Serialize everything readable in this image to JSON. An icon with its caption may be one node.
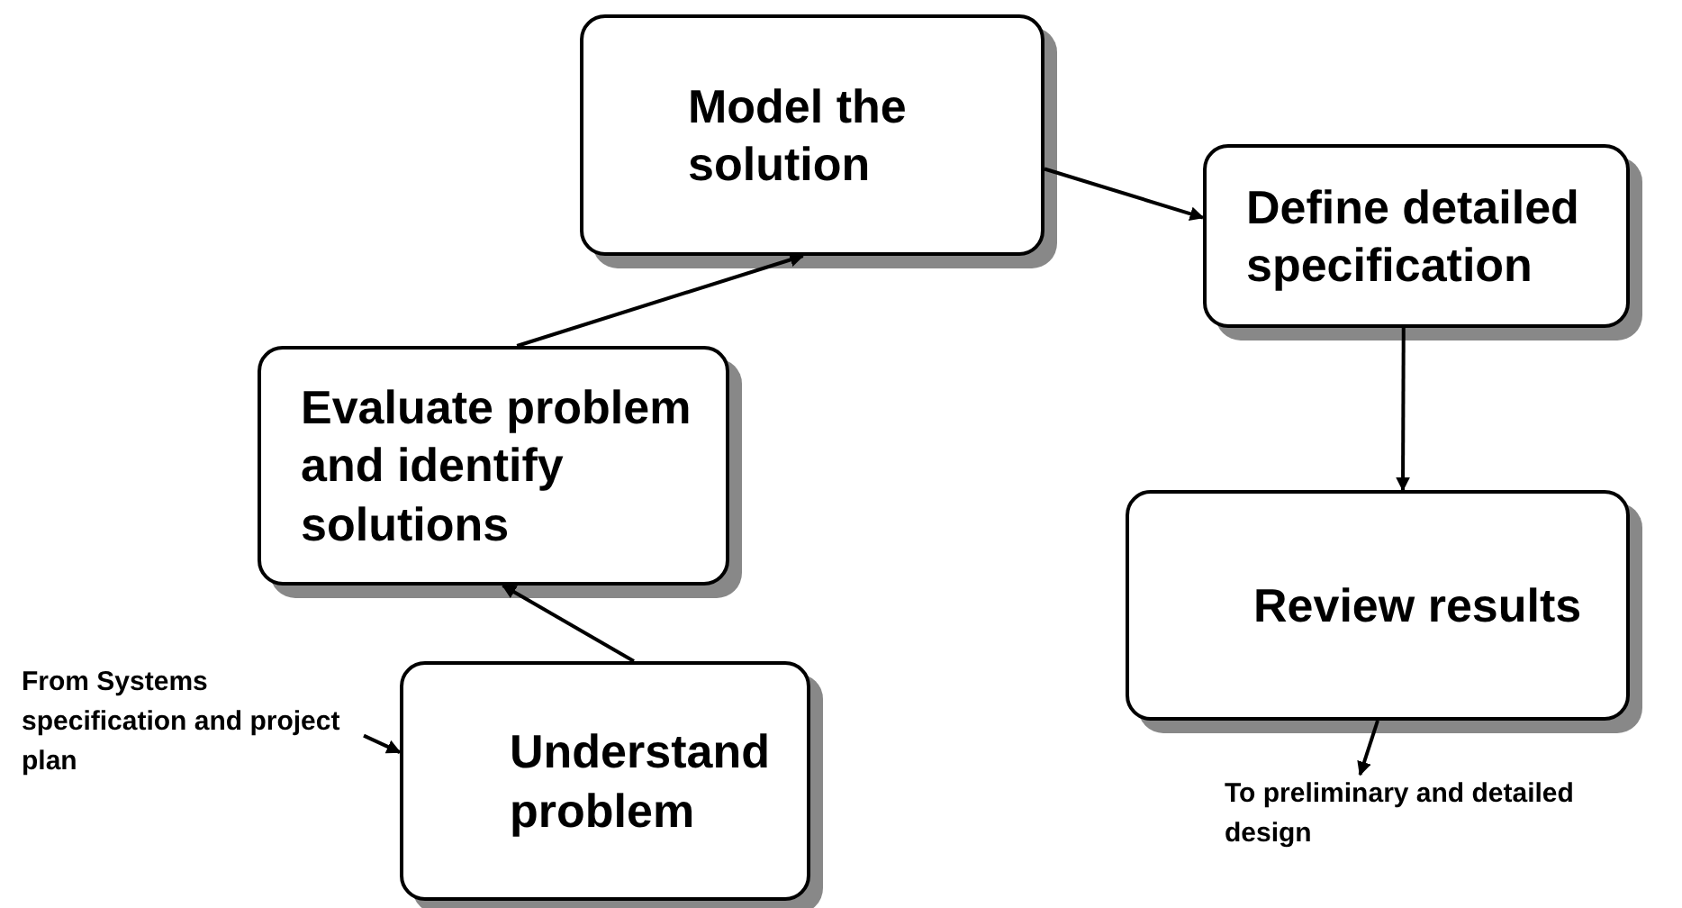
{
  "diagram": {
    "nodes": [
      {
        "text": [
          "Understand problem"
        ]
      },
      {
        "text": [
          "Evaluate problem and identify solutions"
        ]
      },
      {
        "text": [
          "Model the solution"
        ]
      },
      {
        "text": [
          "Define detailed specification"
        ]
      },
      {
        "text": [
          "Review results"
        ]
      },
      {
        "text": [
          "From Systems specification and project plan"
        ]
      },
      {
        "text": [
          "To preliminary and detailed design"
        ]
      }
    ],
    "edges": [
      {
        "from": 5,
        "to": 0,
        "arrow": "to"
      },
      {
        "from": 0,
        "to": 1,
        "arrow": "to"
      },
      {
        "from": 1,
        "to": 2,
        "arrow": "to"
      },
      {
        "from": 2,
        "to": 3,
        "arrow": "to"
      },
      {
        "from": 3,
        "to": 4,
        "arrow": "to"
      },
      {
        "from": 4,
        "to": 6,
        "arrow": "to"
      }
    ]
  }
}
